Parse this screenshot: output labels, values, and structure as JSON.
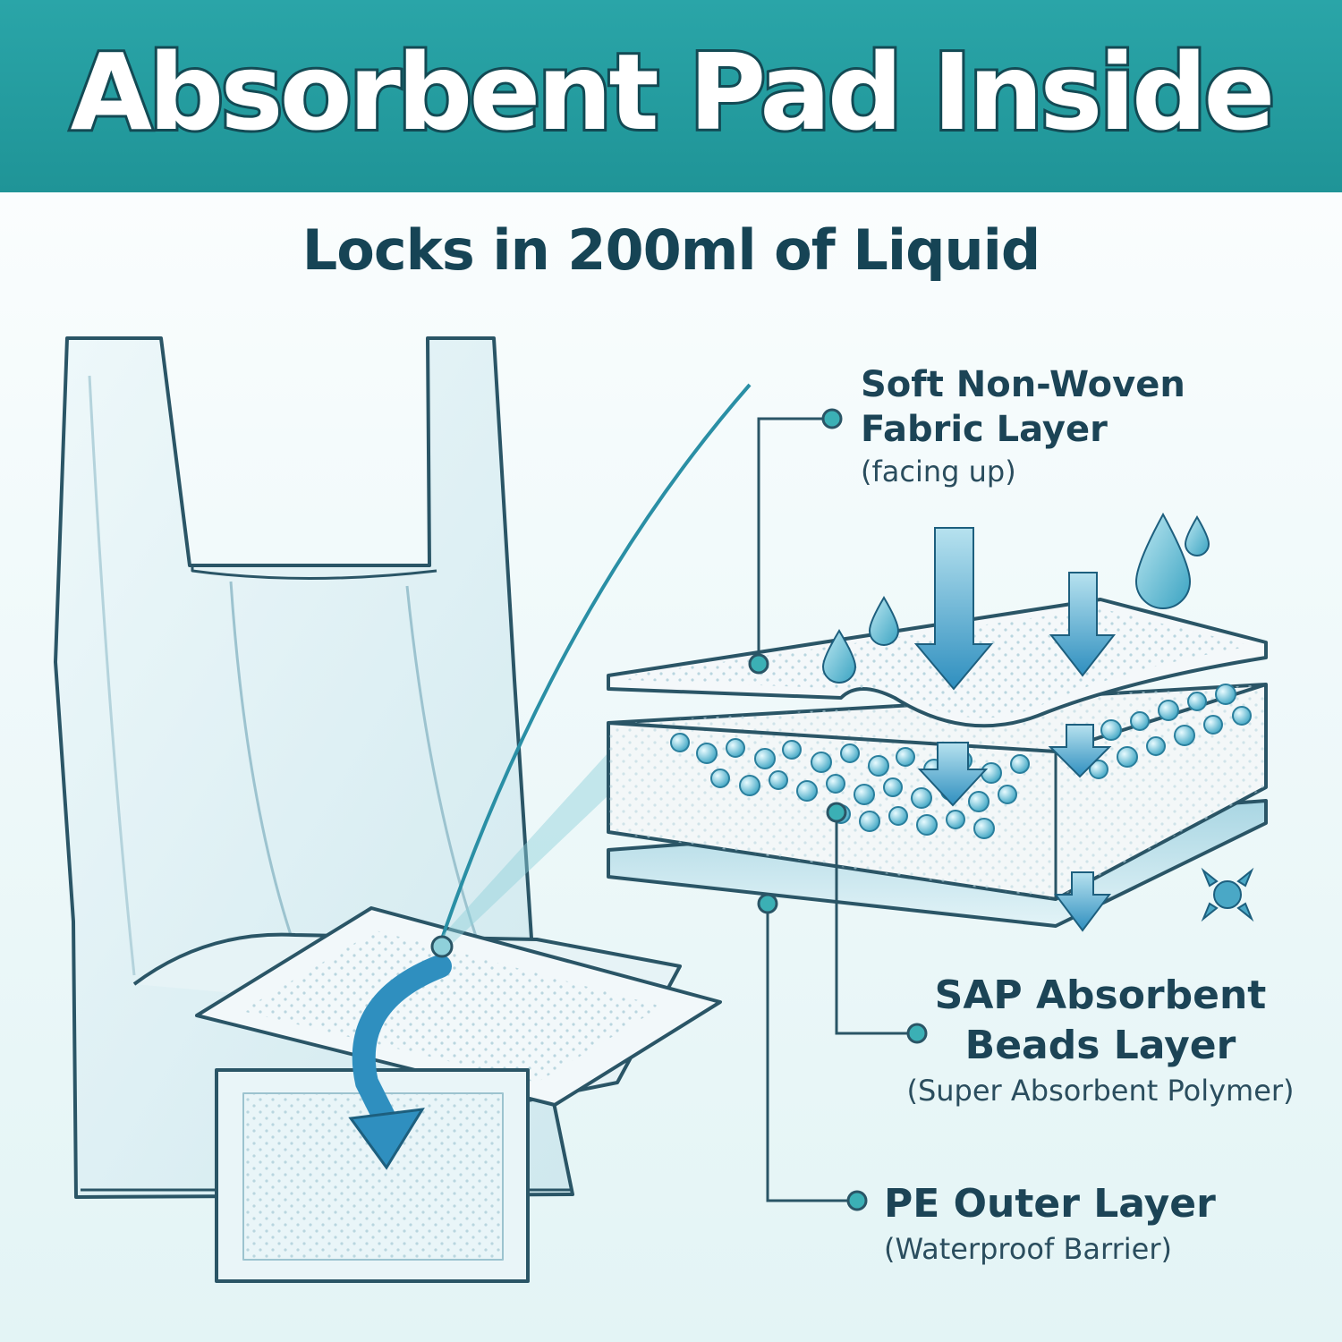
{
  "header": {
    "title": "Absorbent Pad Inside",
    "subtitle": "Locks in 200ml of Liquid"
  },
  "layers": [
    {
      "name": "Soft Non-Woven Fabric Layer",
      "line1": "Soft Non-Woven",
      "line2": "Fabric Layer",
      "note": "(facing up)"
    },
    {
      "name": "SAP Absorbent Beads Layer",
      "line1": "SAP Absorbent",
      "line2": "Beads Layer",
      "note": "(Super Absorbent Polymer)"
    },
    {
      "name": "PE Outer Layer",
      "line1": "PE Outer Layer",
      "note": "(Waterproof Barrier)"
    }
  ],
  "colors": {
    "banner": "#2aa5a8",
    "title_outline": "#134a54",
    "text": "#1c4456",
    "accent": "#2a8fb0",
    "callout": "#2a5566"
  },
  "icons": [
    "bag-illustration",
    "pad-illustration",
    "droplet-icon",
    "arrow-down-icon",
    "lock-absorb-icon"
  ]
}
